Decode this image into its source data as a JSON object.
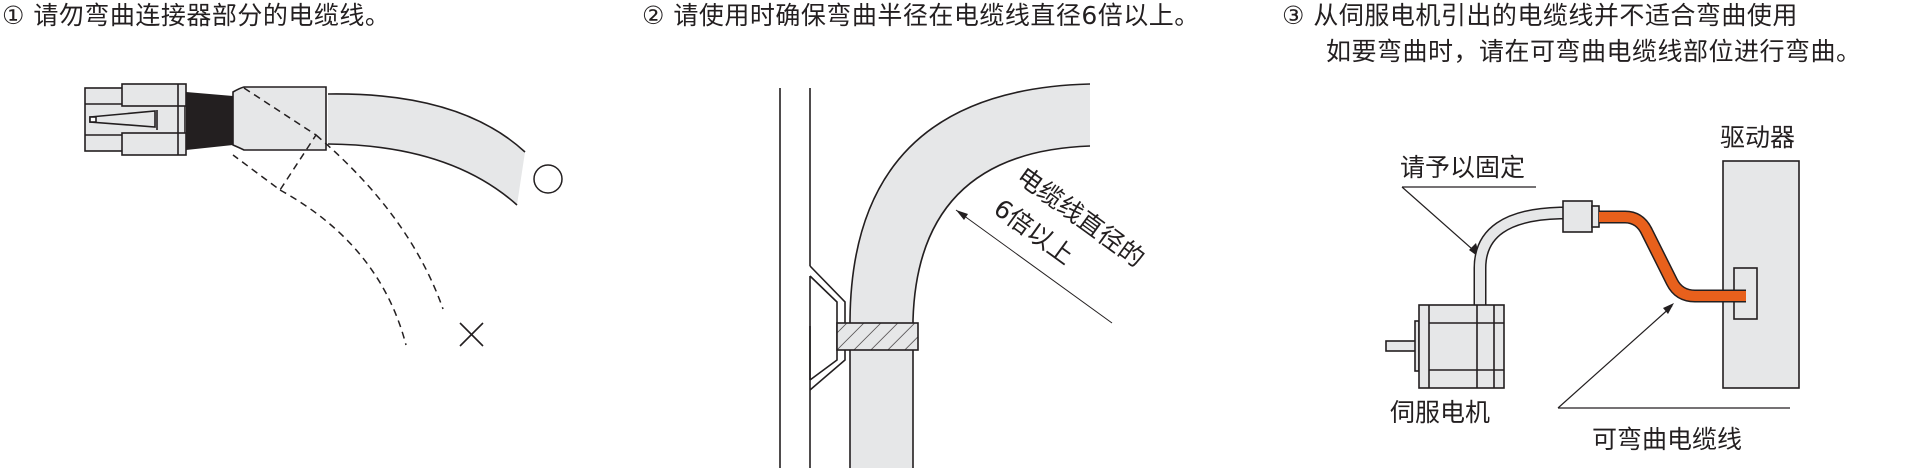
{
  "captions": {
    "panel1": "① 请勿弯曲连接器部分的电缆线。",
    "panel2": "② 请使用时确保弯曲半径在电缆线直径6倍以上。",
    "panel3_line1": "③ 从伺服电机引出的电缆线并不适合弯曲使用",
    "panel3_line2": "如要弯曲时，请在可弯曲电缆线部位进行弯曲。"
  },
  "panel1": {
    "ok_mark": "○",
    "ng_mark": "×"
  },
  "panel2": {
    "radius_label_line1": "电缆线直径的",
    "radius_label_line2": "6倍以上"
  },
  "panel3": {
    "fix_label": "请予以固定",
    "driver_label": "驱动器",
    "motor_label": "伺服电机",
    "flex_cable_label": "可弯曲电缆线"
  },
  "colors": {
    "line": "#231f20",
    "fill_gray": "#e6e7e8",
    "connector_black": "#231f20",
    "flex_cable_orange": "#e8601c"
  }
}
